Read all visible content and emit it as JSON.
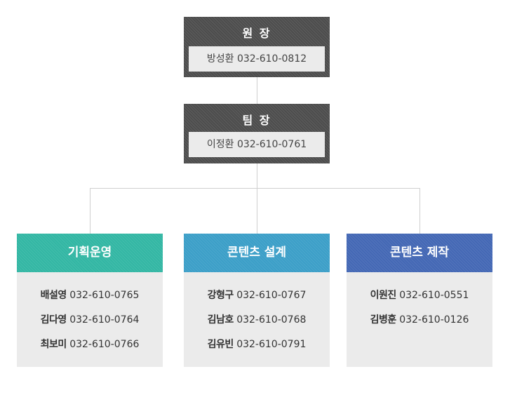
{
  "director": {
    "title": "원 장",
    "name": "방성환",
    "phone": "032-610-0812"
  },
  "team_lead": {
    "title": "팀 장",
    "name": "이정환",
    "phone": "032-610-0761"
  },
  "teams": [
    {
      "name": "기획운영",
      "color": "#33b7a4",
      "members": [
        {
          "name": "배설영",
          "phone": "032-610-0765"
        },
        {
          "name": "김다영",
          "phone": "032-610-0764"
        },
        {
          "name": "최보미",
          "phone": "032-610-0766"
        }
      ]
    },
    {
      "name": "콘텐츠 설계",
      "color": "#3c9fc8",
      "members": [
        {
          "name": "강형구",
          "phone": "032-610-0767"
        },
        {
          "name": "김남호",
          "phone": "032-610-0768"
        },
        {
          "name": "김유빈",
          "phone": "032-610-0791"
        }
      ]
    },
    {
      "name": "콘텐츠 제작",
      "color": "#4468b5",
      "members": [
        {
          "name": "이원진",
          "phone": "032-610-0551"
        },
        {
          "name": "김병훈",
          "phone": "032-610-0126"
        }
      ]
    }
  ]
}
